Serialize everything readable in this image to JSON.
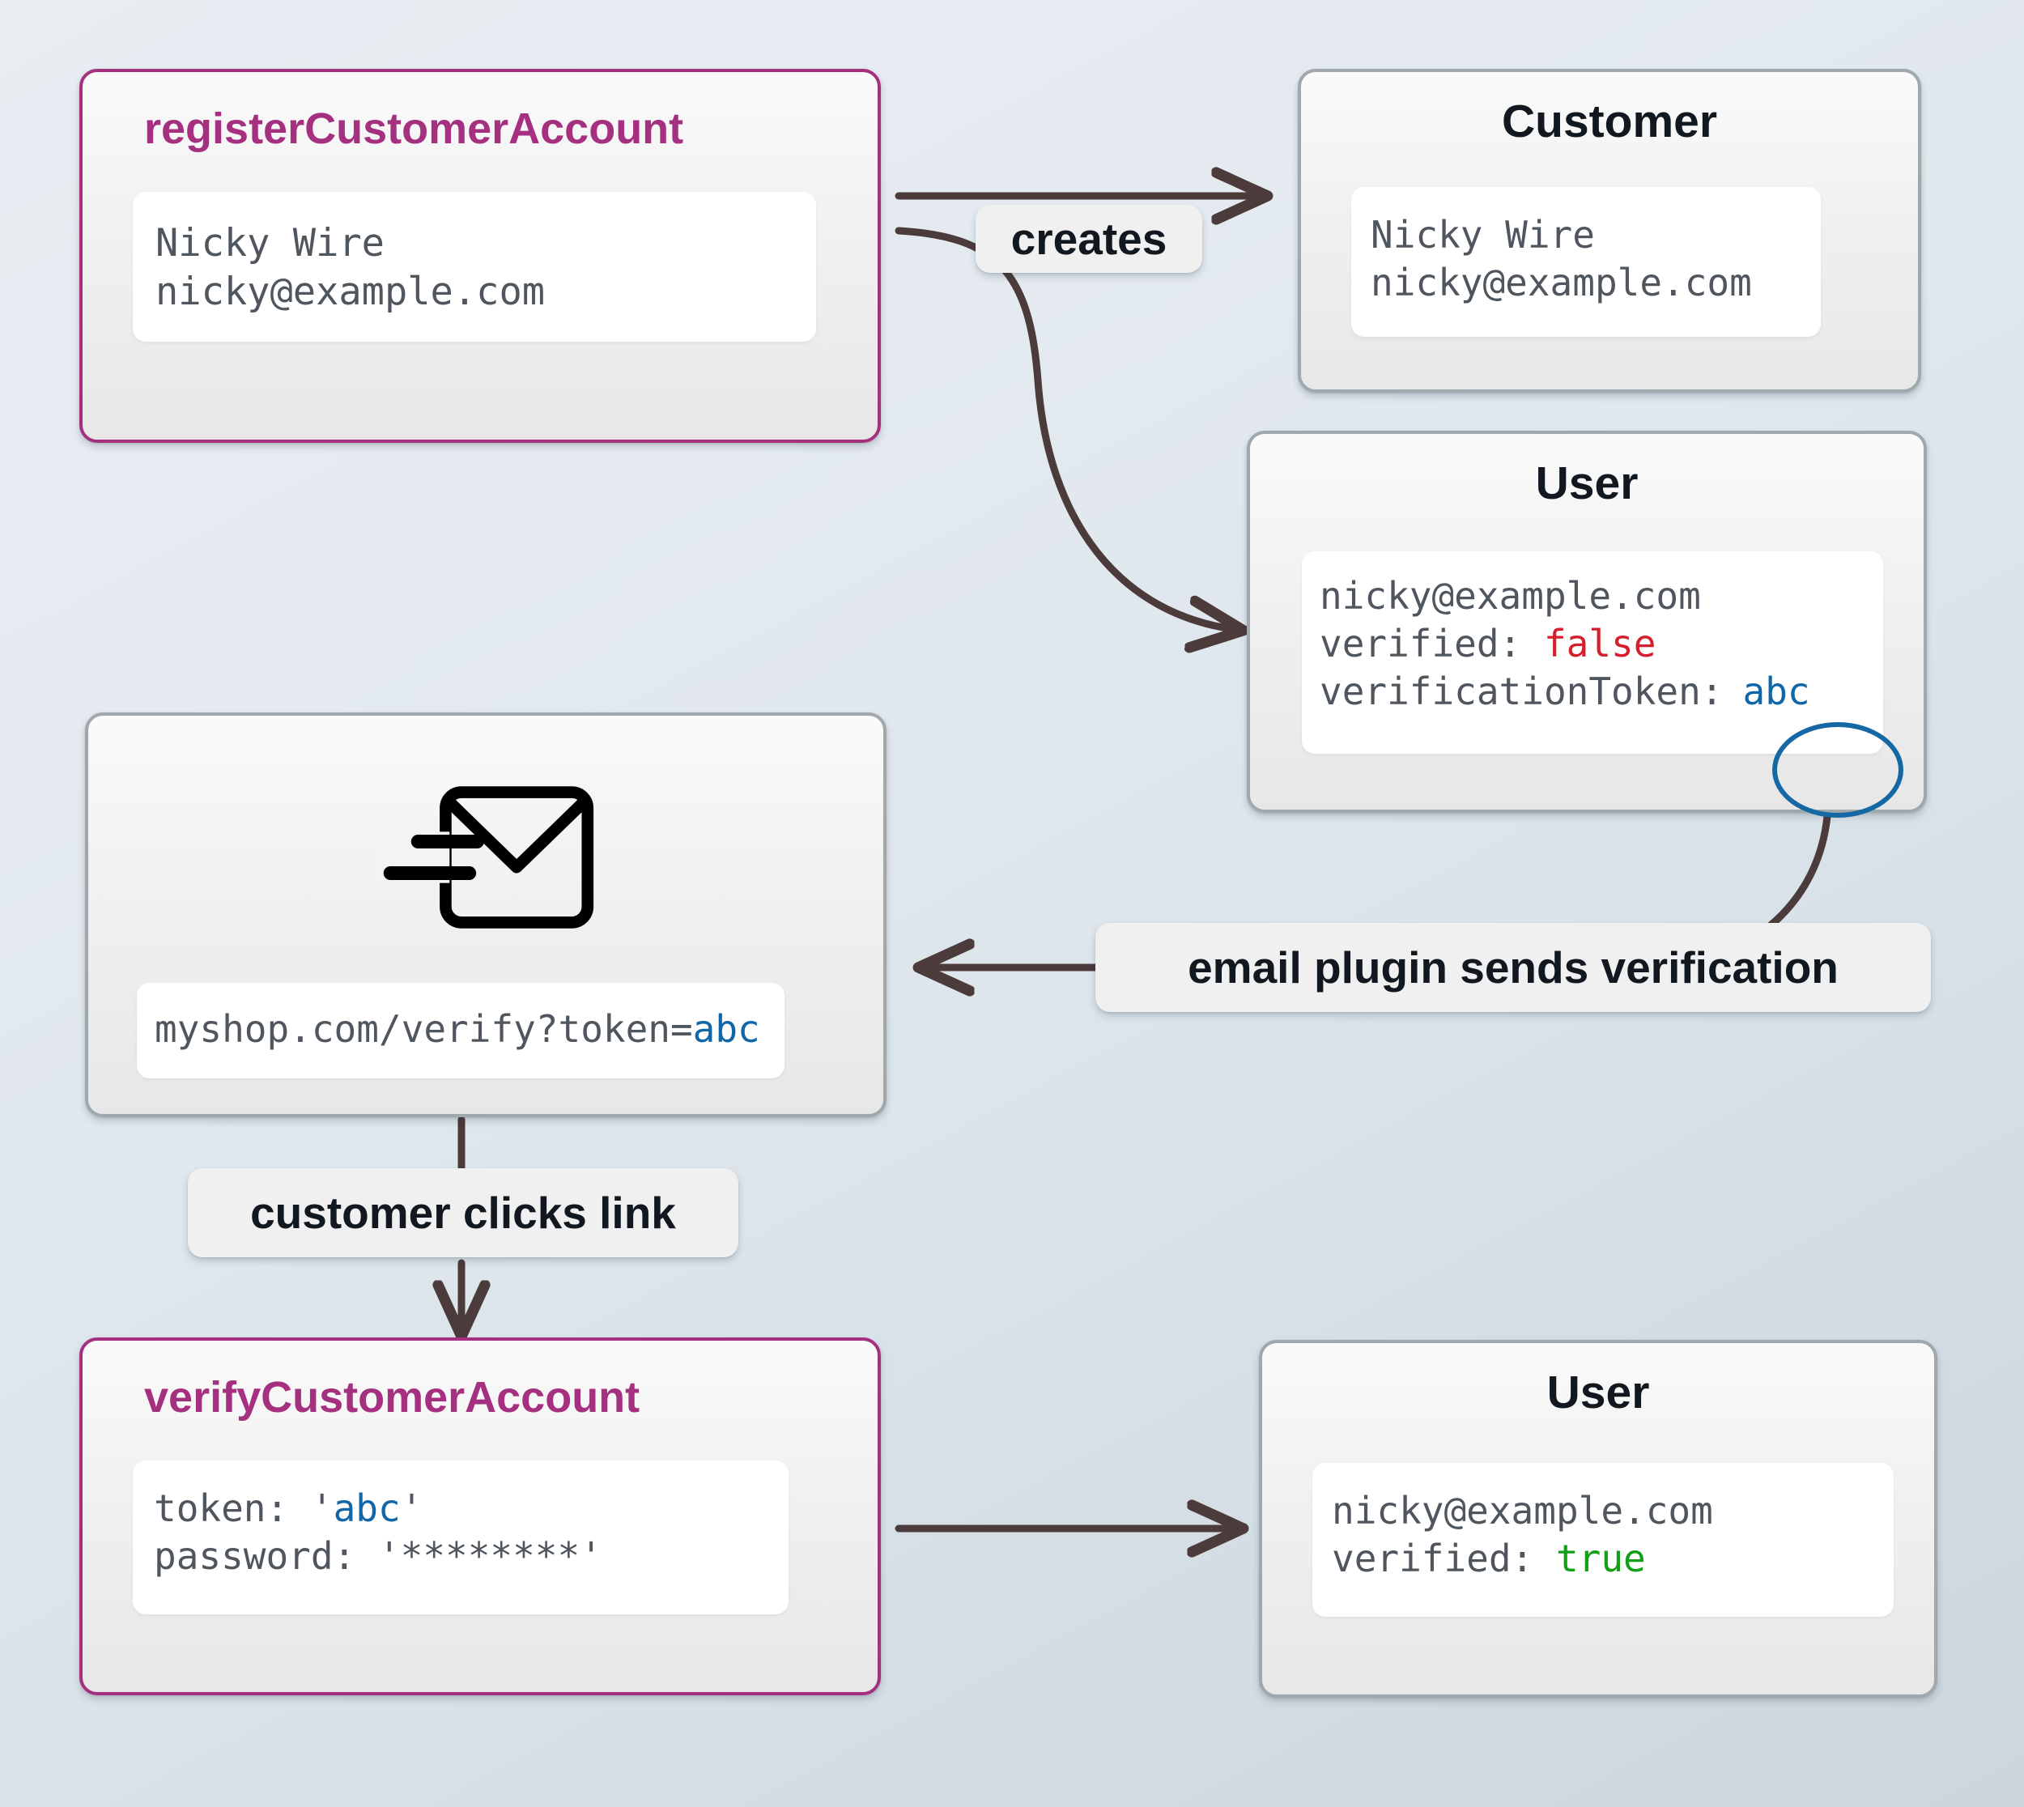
{
  "diagram": {
    "background_gradient_from": "#e8edf2",
    "background_gradient_to": "#ccd6dd",
    "accent_pink": "#a5307f",
    "accent_blue": "#1668a4",
    "false_color": "#d61f2c",
    "true_color": "#12a016",
    "edge_color": "#4b3b3b"
  },
  "nodes": {
    "register": {
      "title": "registerCustomerAccount",
      "lines": [
        "Nicky Wire",
        "nicky@example.com"
      ]
    },
    "customer": {
      "title": "Customer",
      "lines": [
        "Nicky Wire",
        "nicky@example.com"
      ]
    },
    "user_unverified": {
      "title": "User",
      "line_email": "nicky@example.com",
      "line_verified_key": "verified: ",
      "line_verified_value": "false",
      "line_token_key": "verificationToken:",
      "line_token_value": "abc"
    },
    "email": {
      "icon": "send-email-envelope-icon",
      "url_prefix": "myshop.com/verify?token=",
      "url_token": "abc"
    },
    "verify": {
      "title": "verifyCustomerAccount",
      "line_token_key": "token: ",
      "line_token_quote_open": "'",
      "line_token_value": "abc",
      "line_token_quote_close": "'",
      "line_password": "password: '********'"
    },
    "user_verified": {
      "title": "User",
      "line_email": "nicky@example.com",
      "line_verified_key": "verified: ",
      "line_verified_value": "true"
    }
  },
  "edges": {
    "creates": "creates",
    "email_plugin": "email plugin sends verification",
    "clicks_link": "customer clicks link"
  }
}
